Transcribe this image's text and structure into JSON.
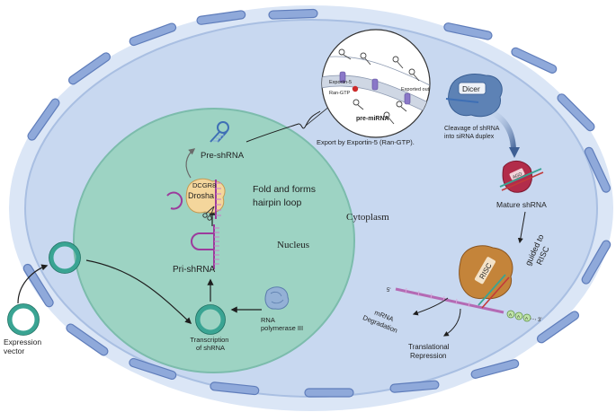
{
  "labels": {
    "expression_vector": [
      "Expression",
      "vector"
    ],
    "transcription": [
      "Transcription",
      "of shRNA"
    ],
    "rna_pol": [
      "RNA",
      "polymerase III"
    ],
    "pri_shrna": "Pri-shRNA",
    "dcgr8": "DCGR8",
    "drosha": "Drosha",
    "pre_shrna": "Pre-shRNA",
    "fold": [
      "Fold and forms",
      "hairpin loop"
    ],
    "nucleus": "Nucleus",
    "cytoplasm": "Cytoplasm",
    "exportin5": "Exportin-5",
    "ran_gtp": "Ran-GTP",
    "exported_out": "Exported out",
    "pre_mirna": "pre-miRNA",
    "export_by": "Export by Exportin-5 (Ran-GTP).",
    "dicer": "Dicer",
    "cleavage": [
      "Cleavage of shRNA",
      "into siRNA duplex"
    ],
    "ago": "AGO",
    "mature": "Mature shRNA",
    "guided": [
      "guided to",
      "RISC"
    ],
    "risc": "RISC",
    "five_prime": "5'",
    "three_prime": "3'",
    "polya": "A",
    "mrna_deg": [
      "mRNA",
      "Degradation"
    ],
    "translational": [
      "Translational",
      "Repression"
    ]
  },
  "colors": {
    "cell_membrane": "#7f9fd4",
    "cytoplasm_fill": "#c8d8f0",
    "nucleus_fill": "#9dd3c3",
    "nucleus_border": "#7cbcac",
    "plasmid": "#3aa493",
    "rna_purple": "#9c3b9c",
    "drosha": "#f4d69c",
    "risc": "#c4843a",
    "ago": "#b22c4a",
    "dicer": "#5d82b5",
    "polymerase": "#94b1d6"
  }
}
